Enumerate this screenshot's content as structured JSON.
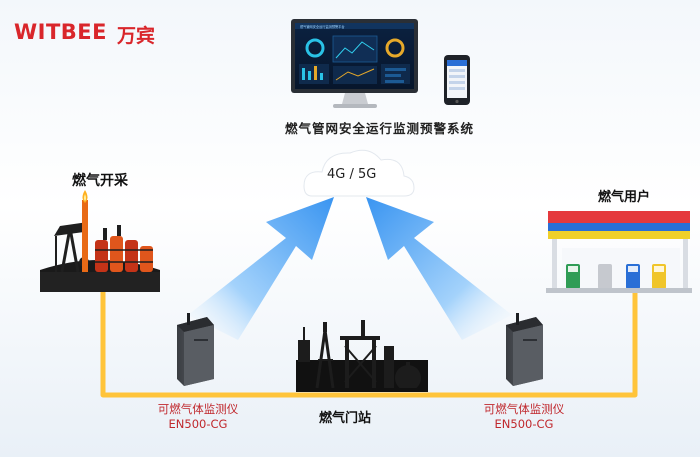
{
  "brand": {
    "logo_text": "WITBEE",
    "cn_name": "万宾"
  },
  "system_title": "燃气管网安全运行监测预警系统",
  "network_label": "4G / 5G",
  "nodes": {
    "production": "燃气开采",
    "users": "燃气用户",
    "gate_station": "燃气门站"
  },
  "detector_left": {
    "name": "可燃气体监测仪",
    "model": "EN500-CG"
  },
  "detector_right": {
    "name": "可燃气体监测仪",
    "model": "EN500-CG"
  },
  "screen_header": "燃气管网安全运行监测预警平台",
  "colors": {
    "brand": "#d9262b",
    "pipeline": "#ffc43a",
    "signal_arrow": "#4aa3f2",
    "device_label": "#c0282d",
    "station_canopy_red": "#e5393d",
    "station_canopy_blue": "#2a6fd6"
  }
}
